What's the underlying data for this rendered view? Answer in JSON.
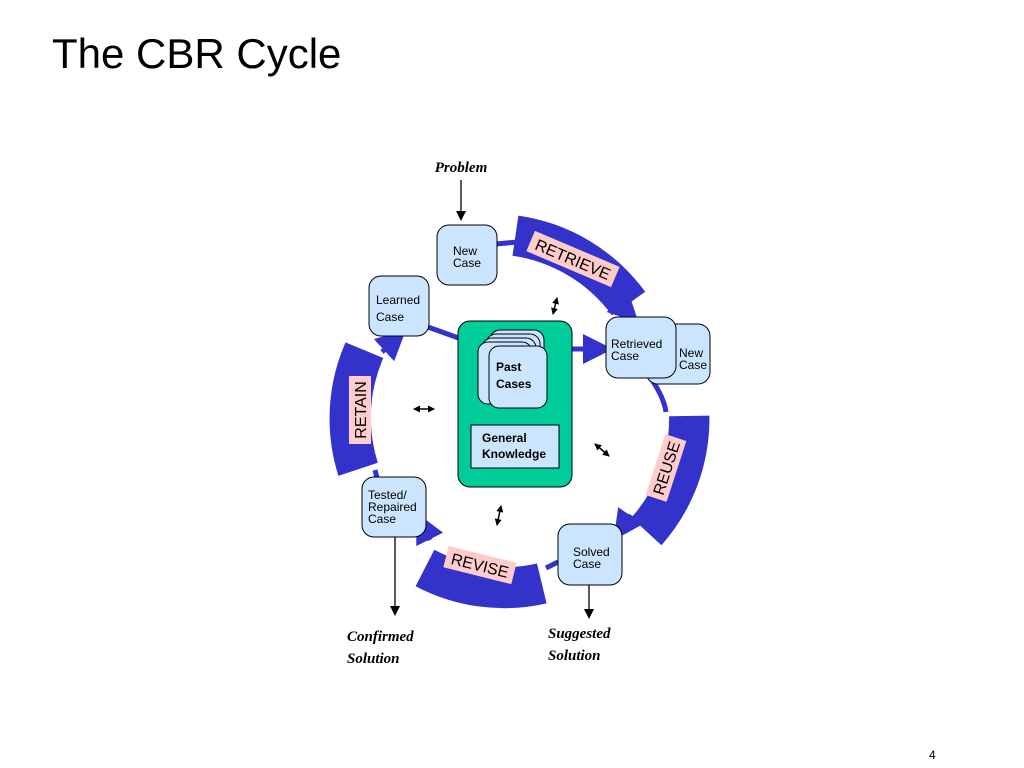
{
  "slide": {
    "title": "The CBR Cycle",
    "page_number": "4"
  },
  "diagram": {
    "input_label": "Problem",
    "phases": {
      "retrieve": "RETRIEVE",
      "reuse": "REUSE",
      "revise": "REVISE",
      "retain": "RETAIN"
    },
    "cases": {
      "new_case": [
        "New",
        "Case"
      ],
      "learned_case": [
        "Learned",
        "Case"
      ],
      "retrieved_case": [
        "Retrieved",
        "Case"
      ],
      "paired_new_case": [
        "New",
        "Case"
      ],
      "solved_case": [
        "Solved",
        "Case"
      ],
      "tested_repaired_case": [
        "Tested/",
        "Repaired",
        "Case"
      ]
    },
    "knowledge_base": {
      "past_cases": [
        "Past",
        "Cases"
      ],
      "general_knowledge": [
        "General",
        "Knowledge"
      ]
    },
    "outputs": {
      "suggested_solution": [
        "Suggested",
        "Solution"
      ],
      "confirmed_solution": [
        "Confirmed",
        "Solution"
      ]
    },
    "colors": {
      "phase_band": "#3333cc",
      "phase_label_bg": "#ffcccc",
      "case_fill": "#cce5ff",
      "kb_fill": "#00cc99",
      "arrow": "#3333cc"
    }
  }
}
